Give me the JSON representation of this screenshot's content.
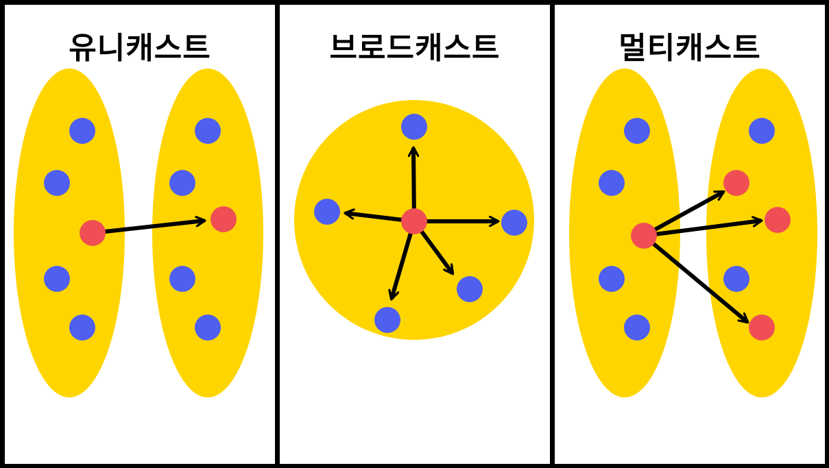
{
  "colors": {
    "background": "#ffffff",
    "border": "#000000",
    "group_fill": "#ffd500",
    "host": "#4f5ff0",
    "active_host": "#ef4f54",
    "arrow": "#000000"
  },
  "panels": [
    {
      "id": "unicast",
      "title": "유니캐스트",
      "groups": 2,
      "hosts_per_group": [
        5,
        5
      ],
      "senders": 1,
      "receivers": 1,
      "arrows": 1
    },
    {
      "id": "broadcast",
      "title": "브로드캐스트",
      "groups": 1,
      "hosts_per_group": [
        6
      ],
      "senders": 1,
      "receivers": 5,
      "arrows": 5
    },
    {
      "id": "multicast",
      "title": "멀티캐스트",
      "groups": 2,
      "hosts_per_group": [
        5,
        5
      ],
      "senders": 1,
      "receivers": 3,
      "arrows": 3
    }
  ]
}
